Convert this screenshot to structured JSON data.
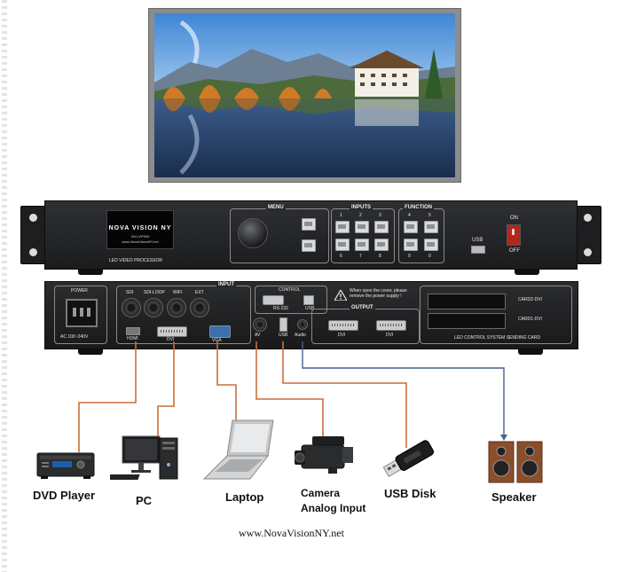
{
  "front_panel": {
    "lcd_brand": "NOVA VISION NY",
    "lcd_model": "NV-LVP500",
    "lcd_url": "www.NovaVisionNY.net",
    "label": "LED VIDEO PROCESSOR",
    "menu_title": "MENU",
    "inputs_title": "INPUTS",
    "function_title": "FUNCTION",
    "inputs_top_numbers": [
      "1",
      "2",
      "3"
    ],
    "inputs_bottom_numbers": [
      "6",
      "7",
      "8"
    ],
    "function_top_numbers": [
      "4",
      "5"
    ],
    "function_bottom_numbers": [
      "9",
      "0"
    ],
    "usb_label": "USB",
    "on_label": "ON",
    "off_label": "OFF"
  },
  "rear_panel": {
    "power_title": "POWER",
    "power_rating": "AC 100~240V",
    "sdi_label": "SDI",
    "sdi_loop_label": "SDI-LOOP",
    "wifi_label": "WIFI",
    "ext_label": "EXT",
    "input_title": "INPUT",
    "control_title": "CONTROL",
    "rs232_label": "RS-232",
    "usb_label": "USB",
    "warning_text": "When open the cover, please remove the power supply !",
    "output_title": "OUTPUT",
    "hdmi_label": "HDMI",
    "dvi_label": "DVI",
    "vga_label": "VGA",
    "av_label": "AV",
    "usb_port_label": "USB",
    "audio_label": "Audio",
    "output_dvi1_label": "DVI",
    "output_dvi2_label": "DVI",
    "card2_label": "CARD2-DVI",
    "card1_label": "CARD1-DVI",
    "sending_card_label": "LED CONTROL SYSTEM SENDING CARD"
  },
  "devices": {
    "dvd": "DVD Player",
    "pc": "PC",
    "laptop": "Laptop",
    "camera_line1": "Camera",
    "camera_line2": "Analog Input",
    "usb_disk": "USB Disk",
    "speaker": "Speaker"
  },
  "footer_url": "www.NovaVisionNY.net",
  "colors": {
    "cable_orange": "#c96f3a",
    "cable_blue": "#4a5f8a"
  }
}
